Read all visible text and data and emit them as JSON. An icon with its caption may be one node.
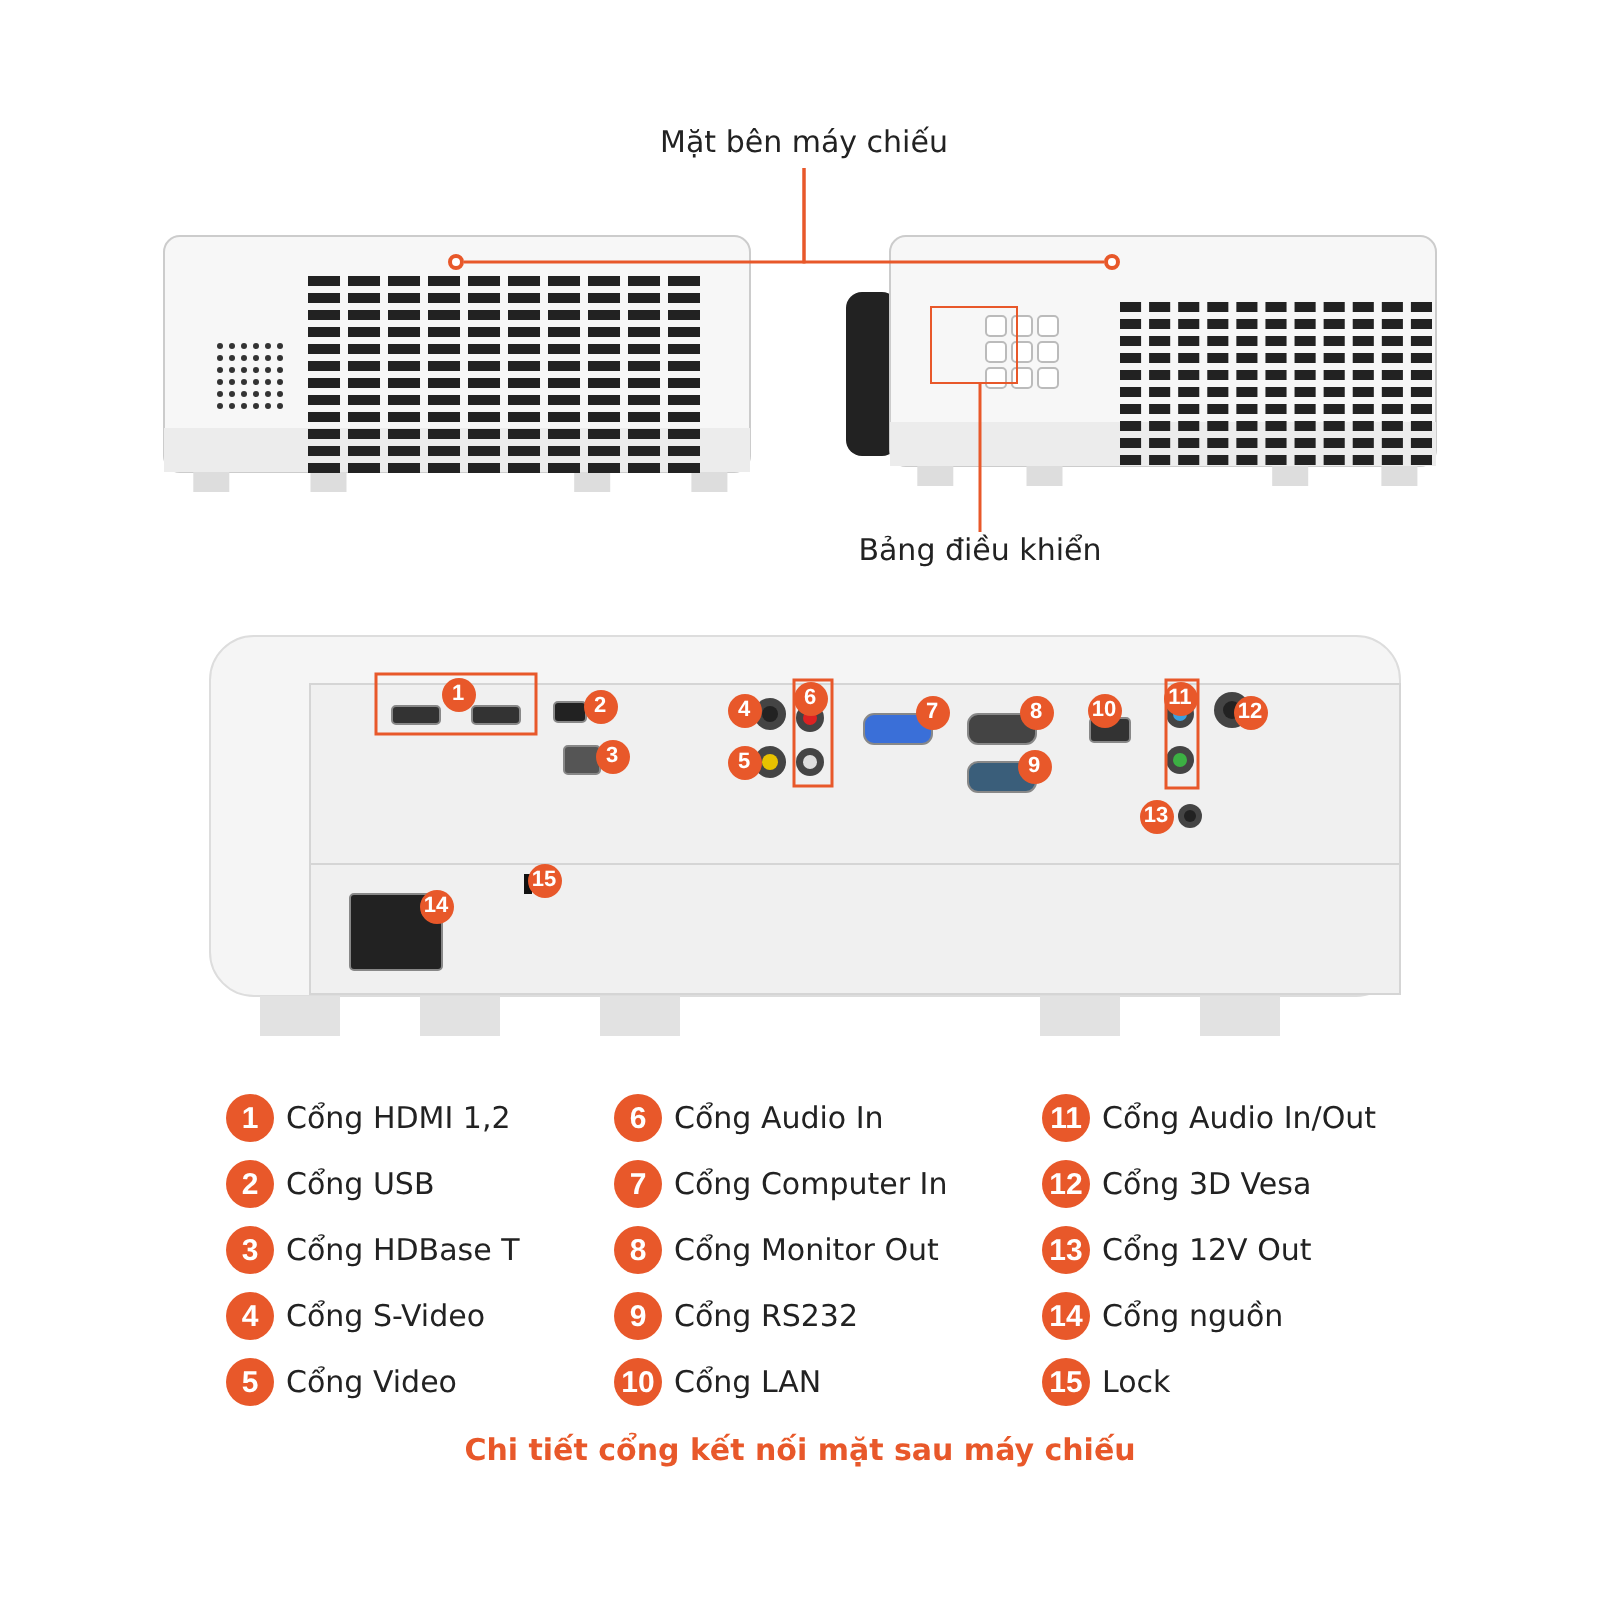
{
  "diagram": {
    "caption": "Chi tiết cổng kết nối mặt sau máy chiếu",
    "nodes": [
      {
        "text": [
          "Mặt bên máy chiếu"
        ]
      },
      {
        "text": [],
        "shape": "circle"
      },
      {
        "text": [],
        "shape": "circle"
      },
      {
        "text": [
          "Bảng điều khiển"
        ]
      },
      {
        "text": [],
        "shape": "box"
      }
    ],
    "edges": [
      {
        "from": 0,
        "to": 1,
        "arrow": "none"
      },
      {
        "from": 0,
        "to": 2,
        "arrow": "none"
      },
      {
        "from": 3,
        "to": 4,
        "arrow": "none"
      }
    ],
    "labels": [
      "1",
      "2",
      "3",
      "4",
      "5",
      "6",
      "7",
      "8",
      "9",
      "10",
      "11",
      "12",
      "13",
      "14",
      "15",
      "1",
      "Cổng HDMI 1,2",
      "2",
      "Cổng USB",
      "3",
      "Cổng HDBase T",
      "4",
      "Cổng S-Video",
      "5",
      "Cổng Video",
      "6",
      "Cổng Audio In",
      "7",
      "Cổng Computer In",
      "8",
      "Cổng Monitor Out",
      "9",
      "Cổng RS232",
      "10",
      "Cổng LAN",
      "11",
      "Cổng Audio In/Out",
      "12",
      "Cổng 3D Vesa",
      "13",
      "Cổng 12V Out",
      "14",
      "Cổng nguồn",
      "15",
      "Lock"
    ]
  }
}
